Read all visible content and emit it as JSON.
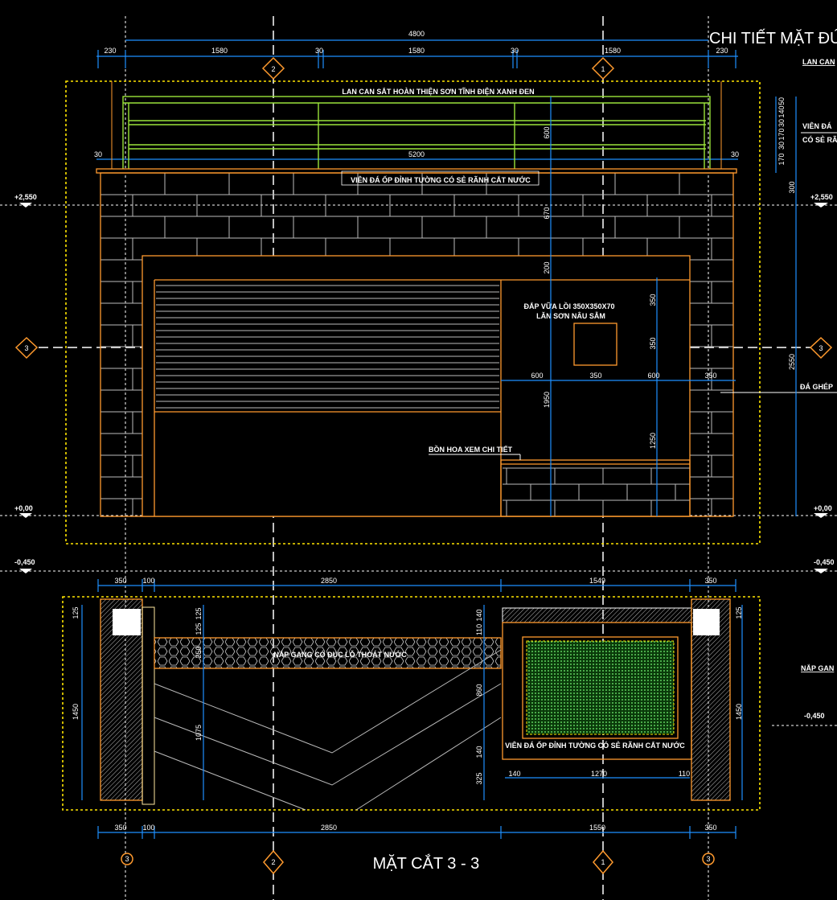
{
  "titles": {
    "elevation": "CHI TIẾT MẶT ĐỨ",
    "section": "MẶT CẮT 3 - 3"
  },
  "notes": {
    "railing": "LAN CAN SẮT HOÀN THIỆN SƠN TĨNH ĐIỆN XANH ĐEN",
    "coping": "VIÊN ĐÁ ỐP ĐỈNH TƯỜNG CÓ SẺ RÃNH CẮT NƯỚC",
    "plaster": "ĐẮP VỮA LỒI 350X350X70",
    "paint": "LĂN SƠN NÂU SẪM",
    "planter": "BỒN HOA XEM CHI TIẾT",
    "stone": "ĐÁ GHÉP",
    "grate": "NẮP GANG CÓ ĐỤC LỖ THOÁT NƯỚC",
    "coping_section": "VIÊN ĐÁ ỐP ĐỈNH TƯỜNG CÓ SẺ RÃNH CẮT NƯỚC",
    "right_railing": "LAN CAN",
    "right_coping_1": "VIÊN ĐÁ",
    "right_coping_2": "CÓ SẺ RÃ",
    "right_grate": "NẮP GAN"
  },
  "levels": {
    "top": "+2,550",
    "ground": "+0,00",
    "below": "-0,450"
  },
  "axes": {
    "a1": "1",
    "a2": "2",
    "a3": "3"
  },
  "dims_top": {
    "total": "4800",
    "row": [
      "230",
      "1580",
      "30",
      "1580",
      "30",
      "1580",
      "230"
    ],
    "rail_len": "5200",
    "side30": "30"
  },
  "dims_vertical": {
    "rail_h": "600",
    "wall_top": "670",
    "beam": "200",
    "d1950": "1950",
    "d350a": "350",
    "d350b": "350",
    "d1250": "1250",
    "d2550": "2550",
    "right_stack": [
      "50",
      "140",
      "30",
      "170",
      "30",
      "170",
      "300"
    ]
  },
  "dims_panel": [
    "600",
    "350",
    "600",
    "350"
  ],
  "dims_section_top": [
    "350",
    "100",
    "2850",
    "1549",
    "350"
  ],
  "dims_section_bottom": [
    "350",
    "100",
    "2850",
    "1550",
    "350"
  ],
  "dims_section_vertical": {
    "left125": "125",
    "left1450": "1450",
    "c125a": "125",
    "c125b": "125",
    "c250": "250",
    "c1075": "1075",
    "r140": "140",
    "r110": "110",
    "r860": "860",
    "r140b": "140",
    "r325": "325",
    "right125": "125",
    "right1450": "1450"
  },
  "dims_planter": [
    "140",
    "1270",
    "110"
  ],
  "colors": {
    "dimension": "#1e90ff",
    "outline": "#ff9a2e",
    "railing": "#9be33a",
    "frame": "#ffe600"
  }
}
